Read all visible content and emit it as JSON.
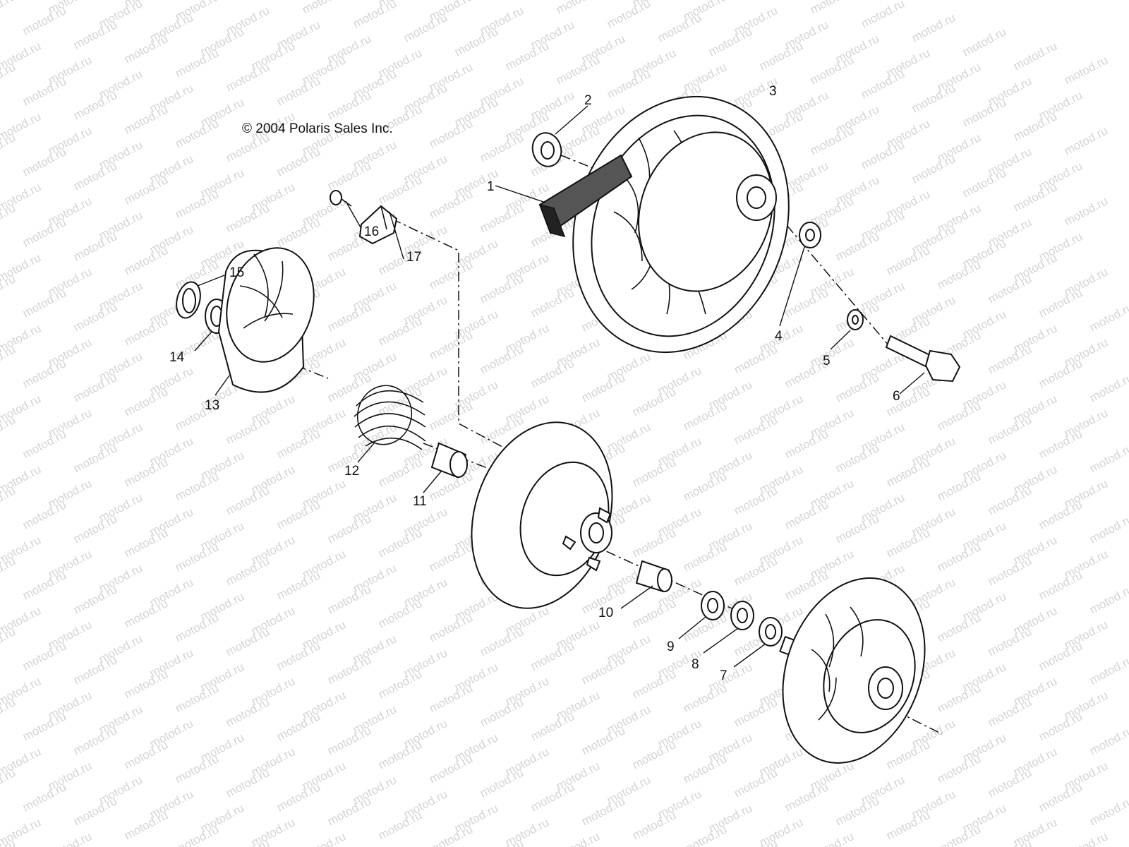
{
  "copyright": "© 2004 Polaris Sales Inc.",
  "watermark": "motod.ru",
  "callouts": [
    {
      "id": "1",
      "text": "1"
    },
    {
      "id": "2",
      "text": "2"
    },
    {
      "id": "3",
      "text": "3"
    },
    {
      "id": "4",
      "text": "4"
    },
    {
      "id": "5",
      "text": "5"
    },
    {
      "id": "6",
      "text": "6"
    },
    {
      "id": "7",
      "text": "7"
    },
    {
      "id": "8",
      "text": "8"
    },
    {
      "id": "9",
      "text": "9"
    },
    {
      "id": "10",
      "text": "10"
    },
    {
      "id": "11",
      "text": "11"
    },
    {
      "id": "12",
      "text": "12"
    },
    {
      "id": "13",
      "text": "13"
    },
    {
      "id": "14",
      "text": "14"
    },
    {
      "id": "15",
      "text": "15"
    },
    {
      "id": "16",
      "text": "16"
    },
    {
      "id": "17",
      "text": "17"
    }
  ]
}
